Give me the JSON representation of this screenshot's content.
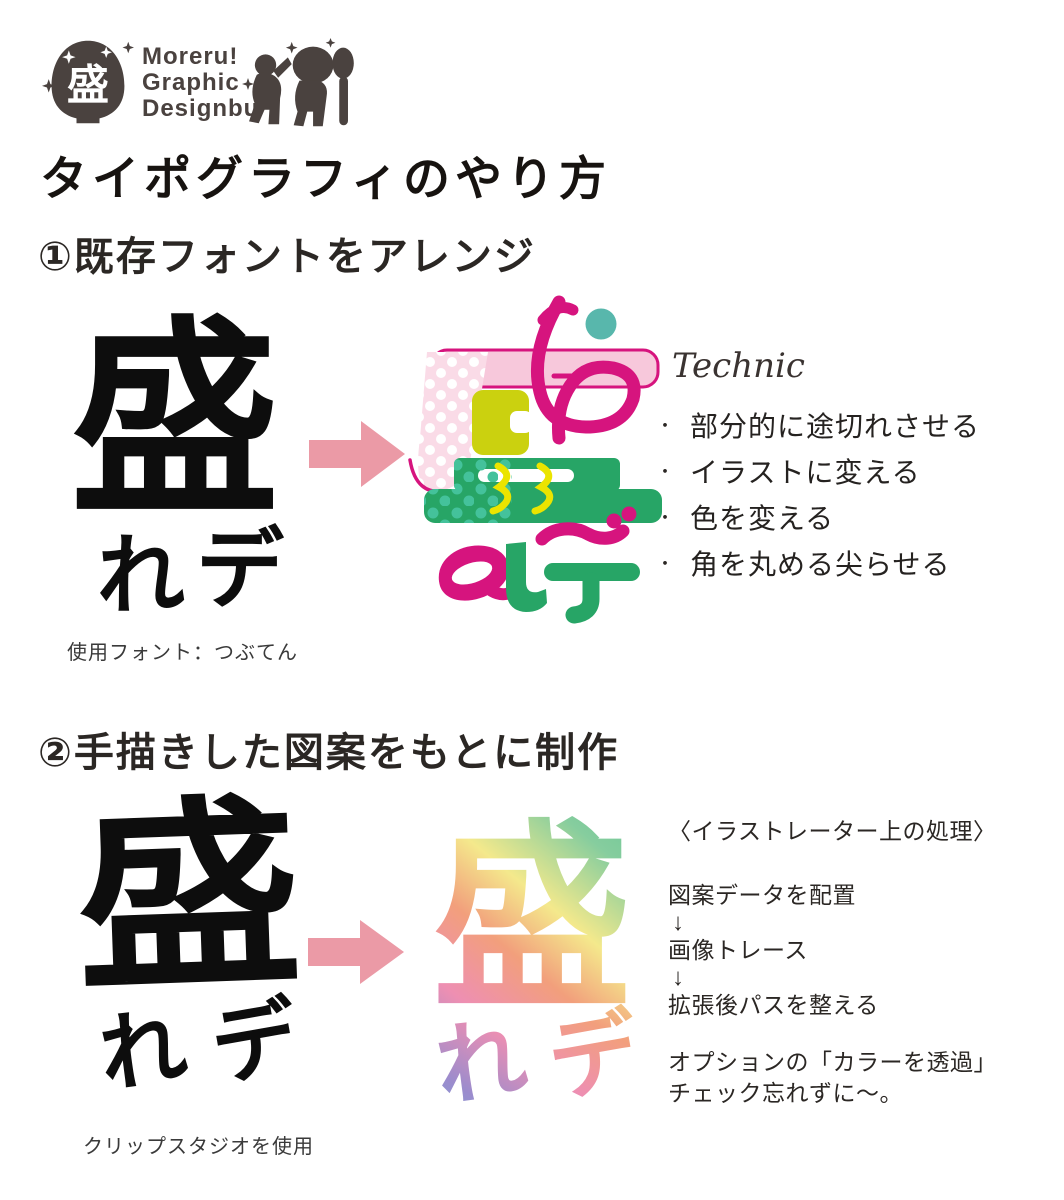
{
  "logo": {
    "kanji": "盛",
    "name_lines": [
      "Moreru!",
      "Graphic",
      "Designbu"
    ],
    "color": "#4a423f"
  },
  "title": "タイポグラフィのやり方",
  "section1": {
    "heading": "①既存フォントをアレンジ",
    "glyph_main": "盛",
    "glyph_sub1": "れ",
    "glyph_sub2": "デ",
    "caption": "使用フォント：つぶてん",
    "technic": {
      "title": "Technic",
      "bullet": "・",
      "items": [
        "部分的に途切れさせる",
        "イラストに変える",
        "色を変える",
        "角を丸める尖らせる"
      ]
    }
  },
  "section2": {
    "heading": "②手描きした図案をもとに制作",
    "glyph_main": "盛",
    "glyph_sub1": "れ",
    "glyph_sub2": "デ",
    "caption": "クリップスタジオを使用",
    "process": {
      "title": "〈イラストレーター上の処理〉",
      "steps": [
        "図案データを配置",
        "画像トレース",
        "拡張後パスを整える"
      ],
      "arrow": "↓",
      "note1": "オプションの「カラーを透過」",
      "note2": "チェック忘れずに〜。"
    }
  },
  "colors": {
    "magenta": "#d6147e",
    "pink_bar": "#f7c8db",
    "pink_ribbon": "#fadbe7",
    "green": "#27a566",
    "teal_dot": "#44c29b",
    "teal_circle": "#58b7ac",
    "chartreuse": "#cbd10f",
    "yellow_squiggle": "#ebe400",
    "arrow_pink": "#eb9aa6",
    "logo_ink": "#4a423f",
    "rainbow": [
      "#6fa9dc",
      "#9b8ccd",
      "#ee8fb2",
      "#f29f7c",
      "#f4e98c",
      "#86cd9e",
      "#5ec392"
    ]
  }
}
